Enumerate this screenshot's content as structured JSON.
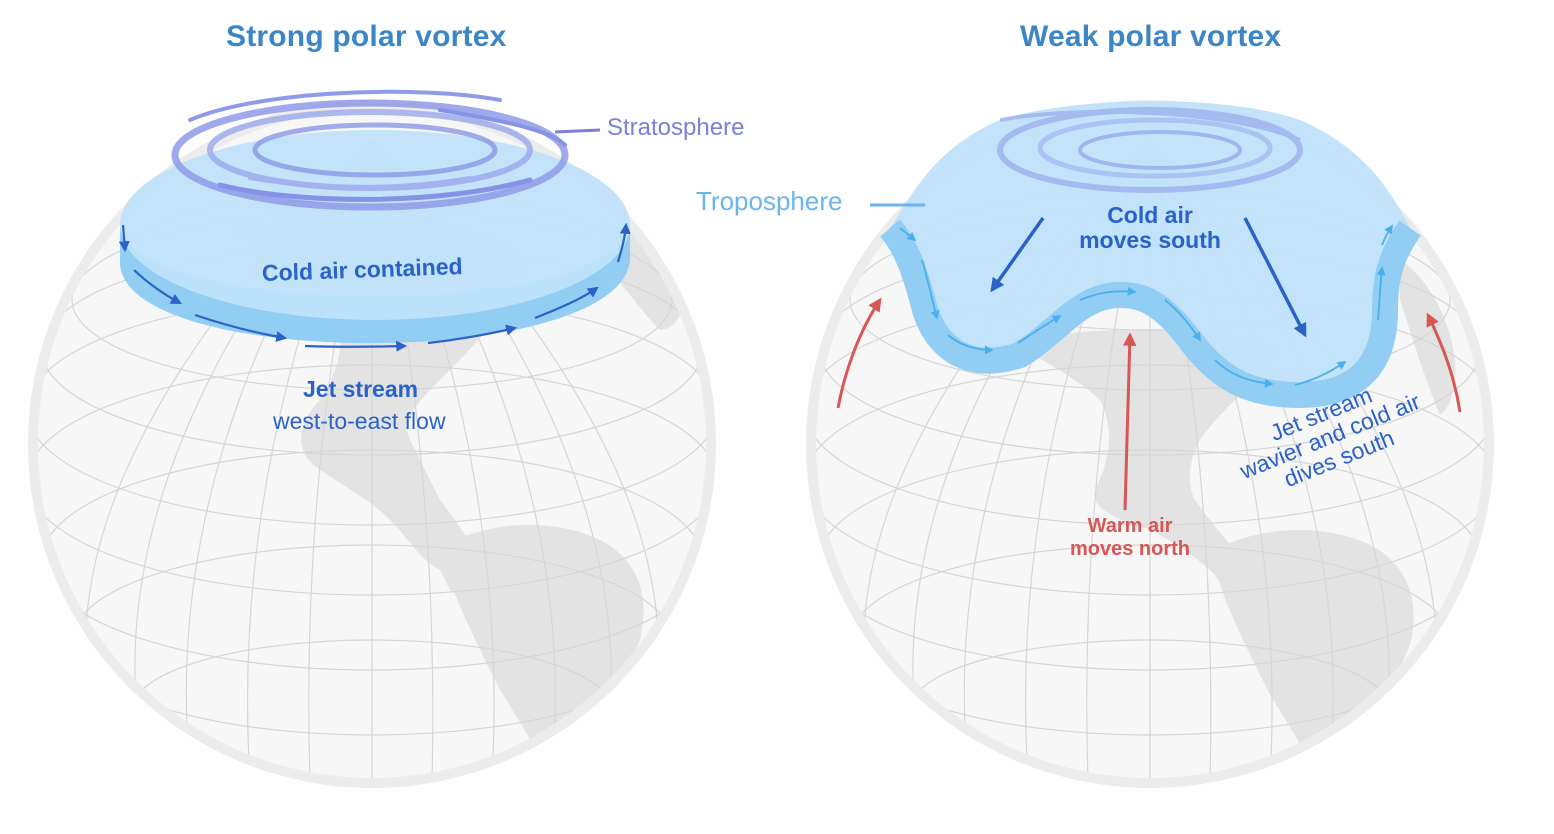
{
  "diagram": {
    "left_panel": {
      "title": "Strong polar vortex",
      "stratosphere_label": "Stratosphere",
      "cold_air_label": "Cold air contained",
      "jet_stream_label": "Jet stream",
      "jet_stream_sublabel": "west-to-east flow"
    },
    "right_panel": {
      "title": "Weak polar vortex",
      "troposphere_label": "Troposphere",
      "cold_air_label_line1": "Cold air",
      "cold_air_label_line2": "moves south",
      "warm_air_label_line1": "Warm air",
      "warm_air_label_line2": "moves north",
      "jet_stream_label_line1": "Jet stream",
      "jet_stream_label_line2": "wavier and cold air",
      "jet_stream_label_line3": "dives south"
    },
    "colors": {
      "title": "#3d86c6",
      "stratosphere": "#7c7fdb",
      "troposphere": "#6bb5ee",
      "cold_air_text": "#2a62c8",
      "warm_air": "#d65753",
      "globe_fill": "#f7f7f7",
      "globe_rim": "#e9e9e9",
      "land": "#e3e3e3",
      "grid": "#d6d6d6",
      "polar_cap": "#bfe1fa",
      "jet_band": "#92cdf4"
    }
  }
}
